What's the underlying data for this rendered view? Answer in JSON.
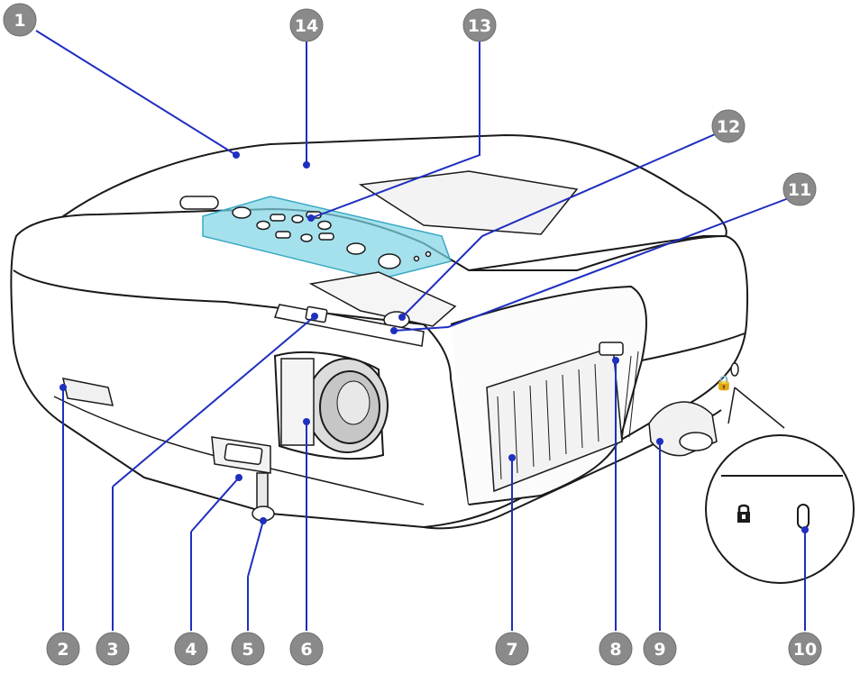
{
  "callouts": [
    {
      "id": 1,
      "label": "1"
    },
    {
      "id": 2,
      "label": "2"
    },
    {
      "id": 3,
      "label": "3"
    },
    {
      "id": 4,
      "label": "4"
    },
    {
      "id": 5,
      "label": "5"
    },
    {
      "id": 6,
      "label": "6"
    },
    {
      "id": 7,
      "label": "7"
    },
    {
      "id": 8,
      "label": "8"
    },
    {
      "id": 9,
      "label": "9"
    },
    {
      "id": 10,
      "label": "10"
    },
    {
      "id": 11,
      "label": "11"
    },
    {
      "id": 12,
      "label": "12"
    },
    {
      "id": 13,
      "label": "13"
    },
    {
      "id": 14,
      "label": "14"
    }
  ],
  "colors": {
    "leader": "#1f2fbf",
    "highlight": "#5ec8e0",
    "badge": "#8a8a8a"
  },
  "icons": [
    "security-lock-icon",
    "security-slot-icon"
  ]
}
